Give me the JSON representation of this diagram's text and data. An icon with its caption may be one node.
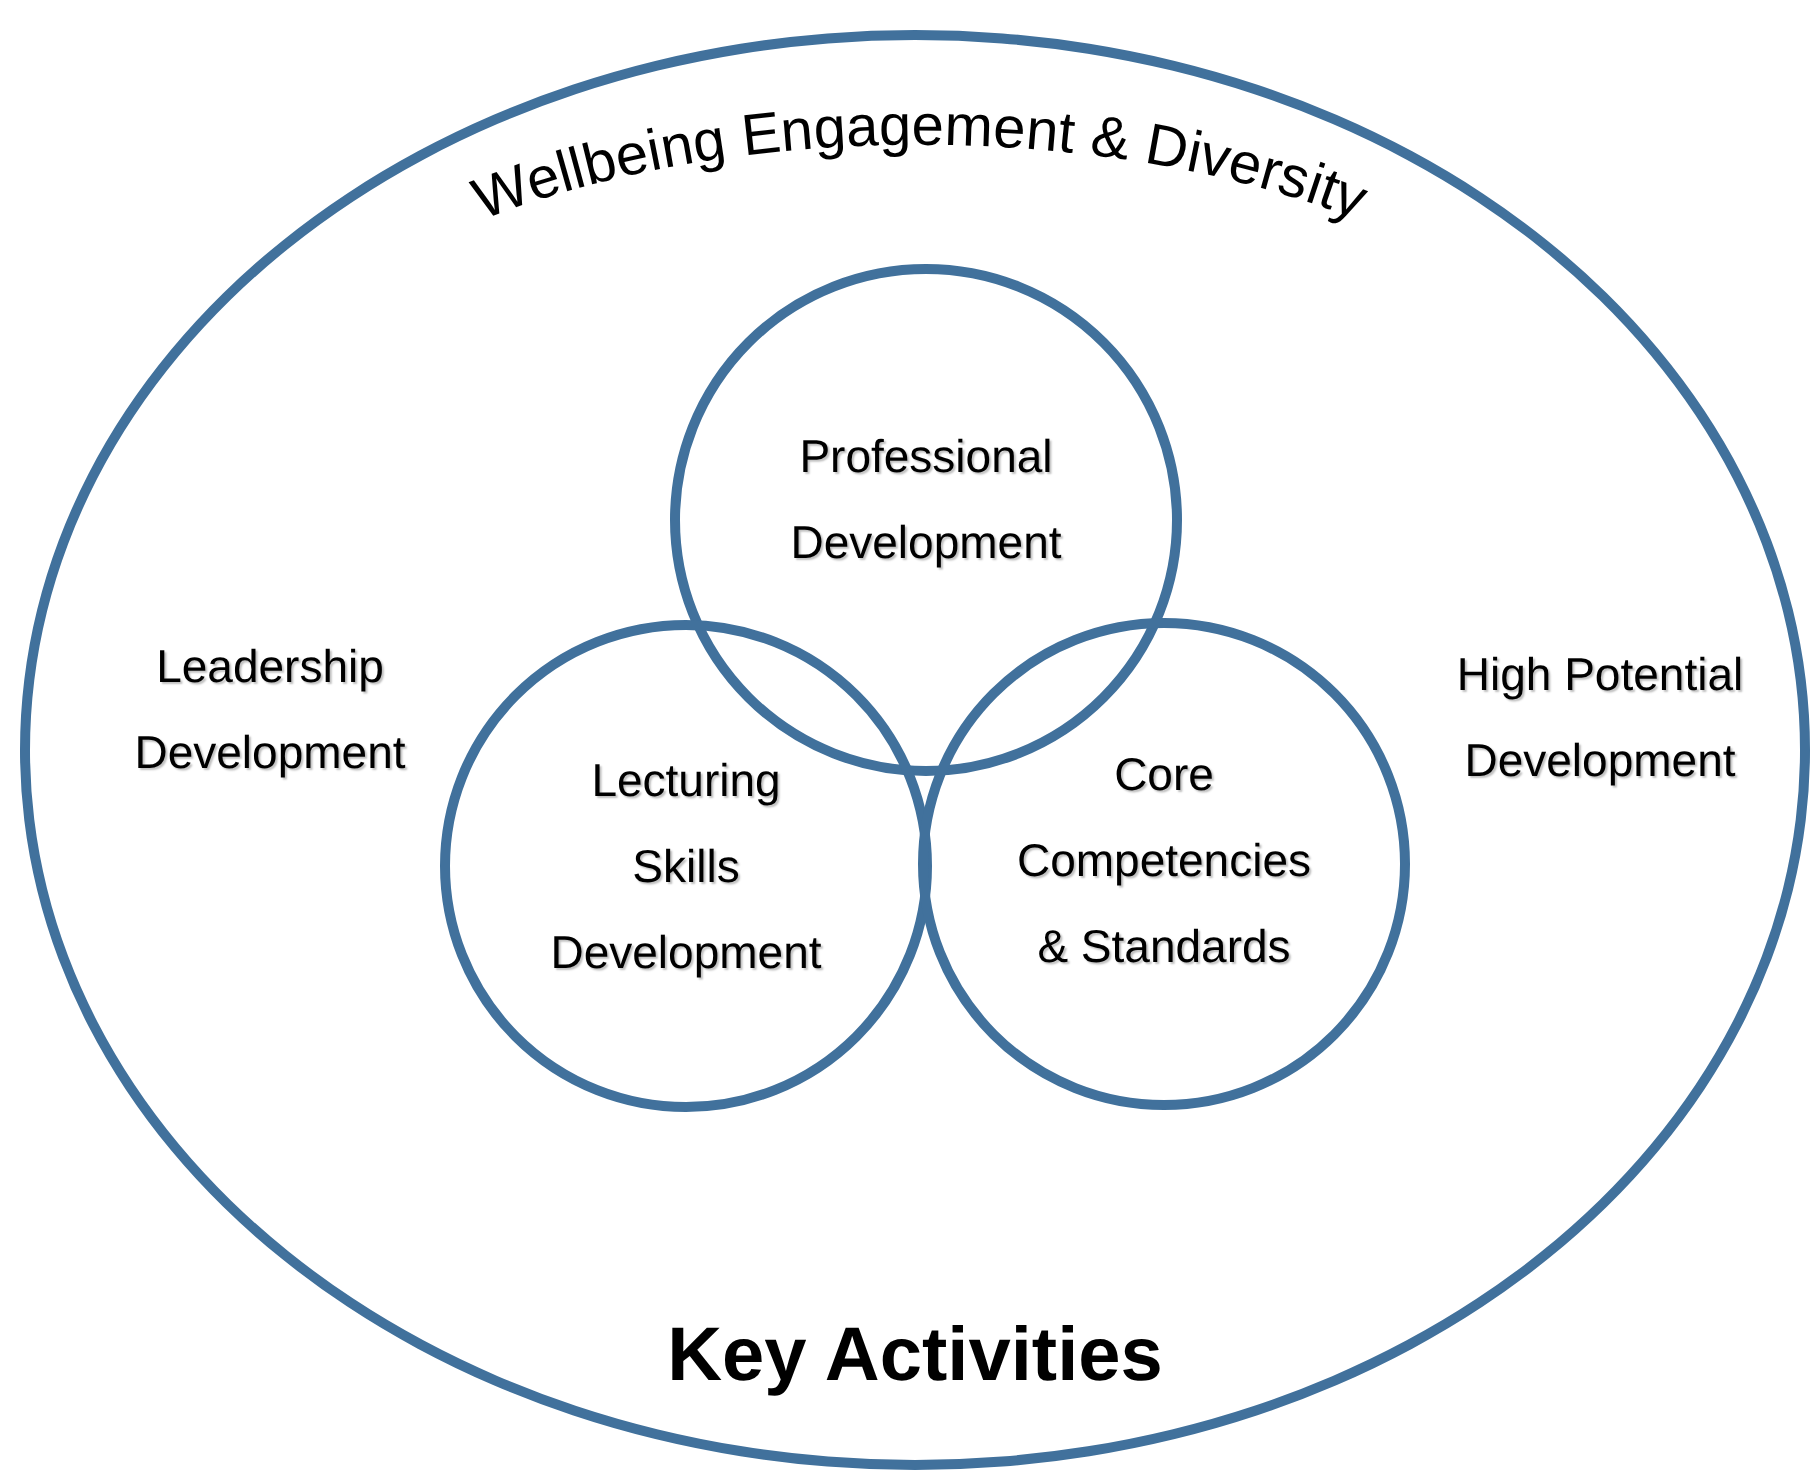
{
  "diagram": {
    "nodes": [
      {
        "text": [
          "Wellbeing Engagement & Diversity",
          "Key Activities"
        ]
      },
      {
        "text": [
          "Professional Development"
        ],
        "in": 0
      },
      {
        "text": [
          "Lecturing Skills Development"
        ],
        "in": 0
      },
      {
        "text": [
          "Core Competencies & Standards"
        ],
        "in": 0
      }
    ],
    "labels": [
      "Leadership Development",
      "High Potential Development"
    ]
  }
}
